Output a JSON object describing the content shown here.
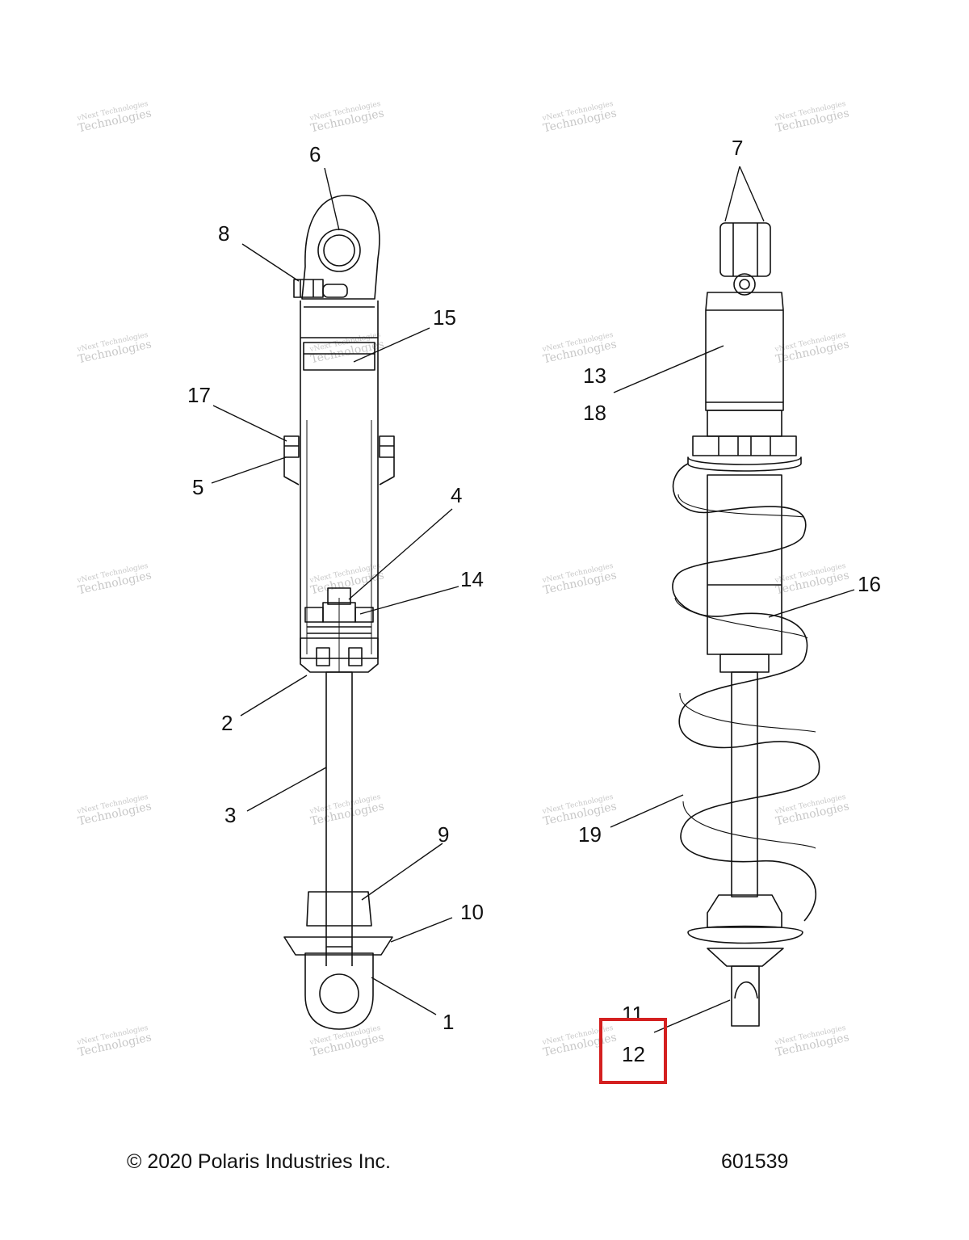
{
  "callouts": {
    "c1": "1",
    "c2": "2",
    "c3": "3",
    "c4": "4",
    "c5": "5",
    "c6": "6",
    "c7": "7",
    "c8": "8",
    "c9": "9",
    "c10": "10",
    "c11": "11",
    "c12": "12",
    "c13": "13",
    "c14": "14",
    "c15": "15",
    "c16": "16",
    "c17": "17",
    "c18": "18",
    "c19": "19"
  },
  "watermark": {
    "line1": "vNext Technologies",
    "line2": "Technologies"
  },
  "footer": {
    "copyright": "© 2020 Polaris Industries Inc.",
    "doc_number": "601539"
  },
  "colors": {
    "line": "#111111",
    "highlight": "#d42020"
  }
}
